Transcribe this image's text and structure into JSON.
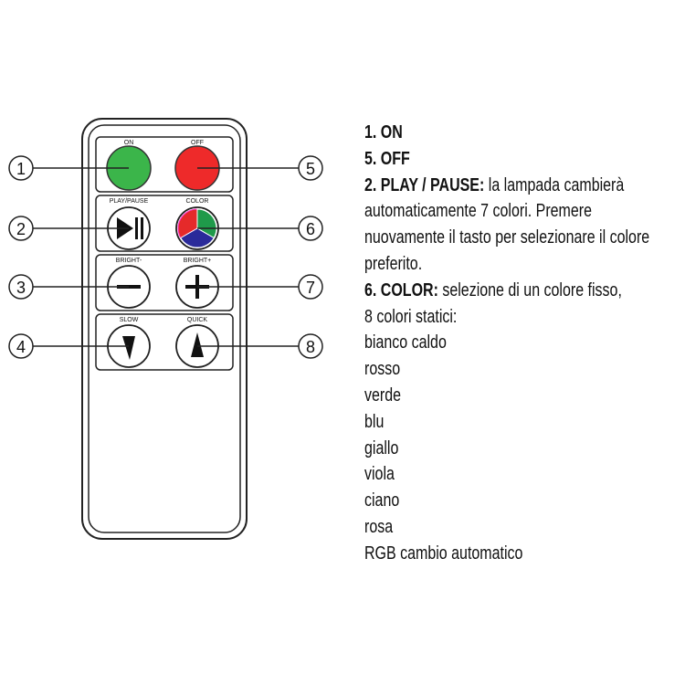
{
  "remote": {
    "buttons": [
      {
        "num": "1",
        "label": "ON",
        "icon": "green-circle",
        "color": "#3bb54a"
      },
      {
        "num": "5",
        "label": "OFF",
        "icon": "red-circle",
        "color": "#ee2a2a"
      },
      {
        "num": "2",
        "label": "PLAY/PAUSE",
        "icon": "play-pause-icon"
      },
      {
        "num": "6",
        "label": "COLOR",
        "icon": "rgb-wheel-icon"
      },
      {
        "num": "3",
        "label": "BRIGHT-",
        "icon": "minus-icon"
      },
      {
        "num": "7",
        "label": "BRIGHT+",
        "icon": "plus-icon"
      },
      {
        "num": "4",
        "label": "SLOW",
        "icon": "down-arrow-icon"
      },
      {
        "num": "8",
        "label": "QUICK",
        "icon": "up-arrow-icon"
      }
    ],
    "colors": {
      "red": "#e52a2a",
      "green": "#1f9a4a",
      "blue": "#2a2a9a"
    }
  },
  "description": {
    "l1": "1. ON",
    "l2": "5. OFF",
    "l3_bold": "2. PLAY / PAUSE:",
    "l3": " la lampada cambierà",
    "l4": "automaticamente 7 colori. Premere",
    "l5": "nuovamente il tasto per selezionare il colore",
    "l6": "preferito.",
    "l7_bold": "6. COLOR:",
    "l7": " selezione di un colore fisso,",
    "l8": "8 colori statici:",
    "colors": [
      "bianco caldo",
      "rosso",
      "verde",
      "blu",
      "giallo",
      "viola",
      "ciano",
      "rosa",
      "RGB cambio automatico"
    ]
  }
}
